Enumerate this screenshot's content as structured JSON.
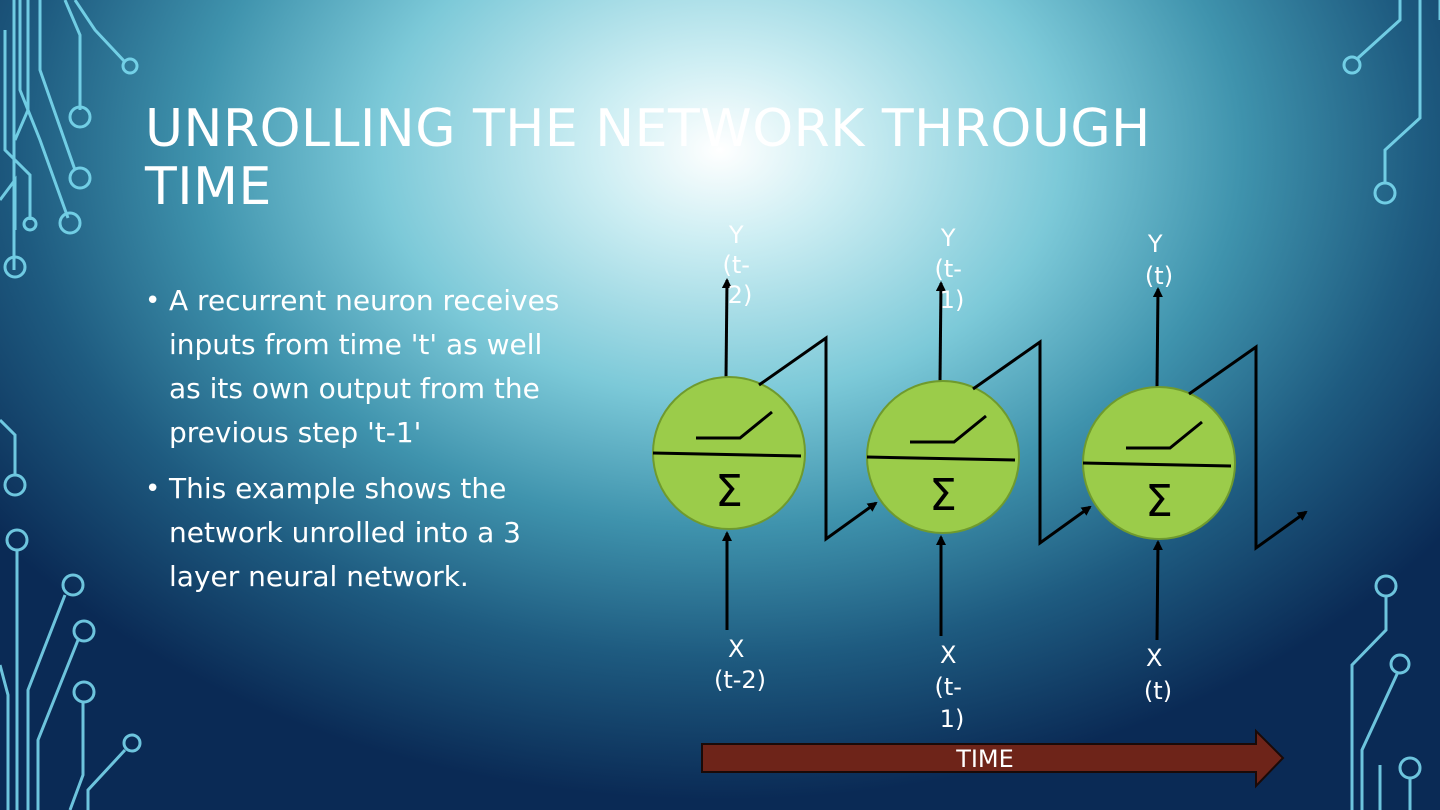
{
  "slide": {
    "title": "UNROLLING THE NETWORK THROUGH TIME",
    "bullets": [
      "A recurrent neuron receives inputs from time 't' as well as its own output from the previous step 't-1'",
      "This example shows the network unrolled into a 3 layer neural network."
    ]
  },
  "diagram": {
    "neurons": [
      {
        "output_label": [
          "Y",
          "(t-",
          "2)"
        ],
        "input_label": [
          "X",
          "(t-2)"
        ],
        "symbol": "Σ"
      },
      {
        "output_label": [
          "Y",
          "(t-",
          "1)"
        ],
        "input_label": [
          "X",
          "(t-",
          "1)"
        ],
        "symbol": "Σ"
      },
      {
        "output_label": [
          "Y",
          "(t)"
        ],
        "input_label": [
          "X",
          "(t)"
        ],
        "symbol": "Σ"
      }
    ],
    "time_arrow_label": "TIME",
    "colors": {
      "neuron_fill": "#9bcc4a",
      "neuron_stroke": "#6f9a2e",
      "time_arrow_fill": "#6e2419",
      "line": "#000000"
    }
  }
}
